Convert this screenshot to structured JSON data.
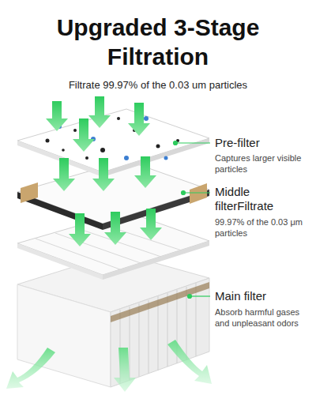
{
  "diagram": {
    "title": "Upgraded 3-Stage Filtration",
    "labels": [
      "Filtrate 99.97% of the 0.03 um particles",
      "Pre-filter",
      "Captures larger visible particles",
      "Middle filterFiltrate",
      "99.97% of the 0.03 μm particles",
      "Main filter",
      "Absorb harmful gases and unpleasant odors"
    ]
  }
}
